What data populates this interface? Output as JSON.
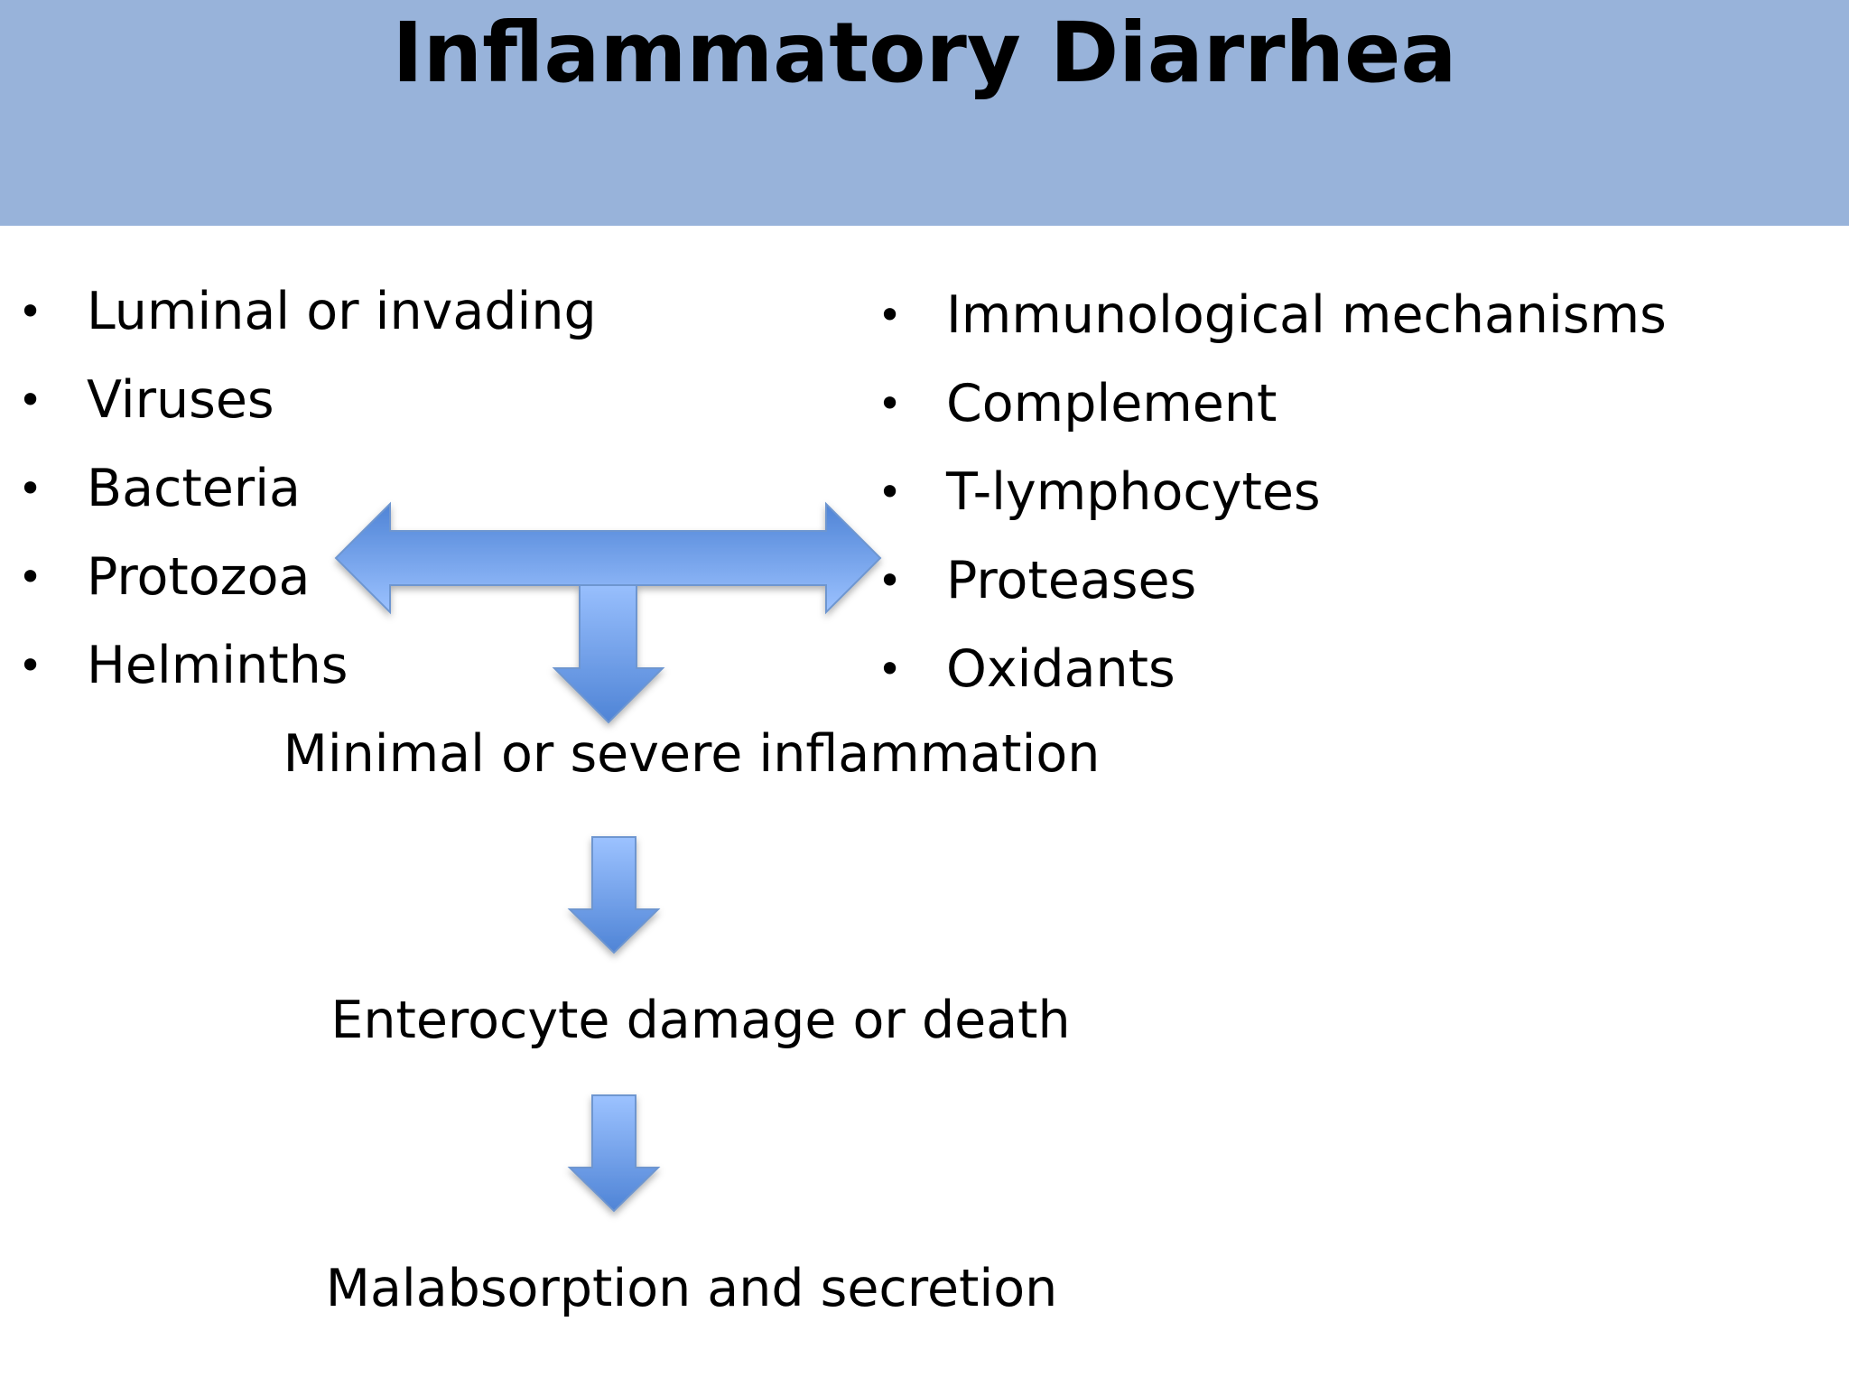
{
  "title": "Inflammatory Diarrhea",
  "left_list": [
    "Luminal or invading",
    "Viruses",
    "Bacteria",
    "Protozoa",
    "Helminths"
  ],
  "right_list": [
    "Immunological mechanisms",
    "Complement",
    "T-lymphocytes",
    "Proteases",
    "Oxidants"
  ],
  "flow": {
    "step_1": "Minimal or severe inflammation",
    "step_2": "Enterocyte damage or death",
    "step_3": "Malabsorption and secretion"
  },
  "bullet_glyph": "•",
  "colors": {
    "title_bar": "#98b3da",
    "arrow_dark": "#4f84d6",
    "arrow_light": "#9cc2ff"
  }
}
